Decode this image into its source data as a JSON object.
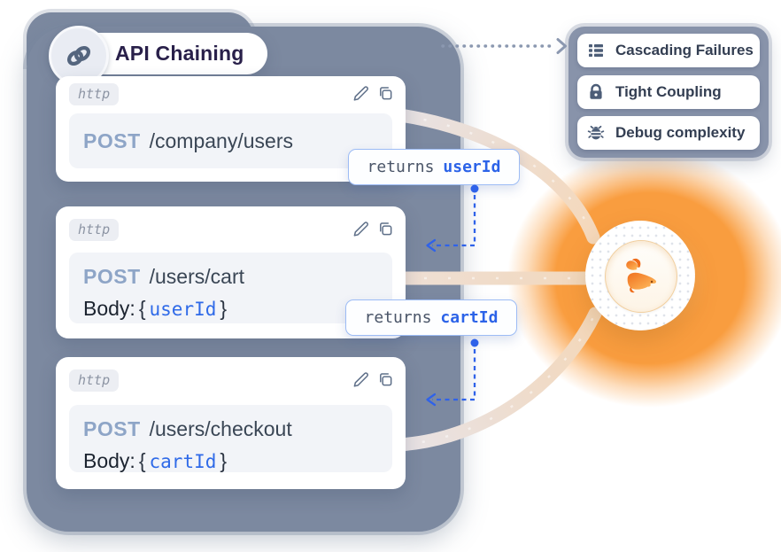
{
  "title_badge": {
    "icon": "chain-link-icon",
    "label": "API Chaining"
  },
  "cards": [
    {
      "lang_tag": "http",
      "method": "POST",
      "path": "/company/users",
      "icons": [
        "edit-icon",
        "copy-icon"
      ]
    },
    {
      "lang_tag": "http",
      "method": "POST",
      "path": "/users/cart",
      "body_label": "Body:",
      "brace_open": "{",
      "body_value": "userId",
      "brace_close": "}",
      "icons": [
        "edit-icon",
        "copy-icon"
      ]
    },
    {
      "lang_tag": "http",
      "method": "POST",
      "path": "/users/checkout",
      "body_label": "Body:",
      "brace_open": "{",
      "body_value": "cartId",
      "brace_close": "}",
      "icons": [
        "edit-icon",
        "copy-icon"
      ]
    }
  ],
  "returns_callouts": [
    {
      "prefix": "returns",
      "value": "userId"
    },
    {
      "prefix": "returns",
      "value": "cartId"
    }
  ],
  "risk_panel": {
    "items": [
      {
        "icon": "list-icon",
        "label": "Cascading Failures"
      },
      {
        "icon": "lock-icon",
        "label": "Tight Coupling"
      },
      {
        "icon": "bug-icon",
        "label": "Debug complexity"
      }
    ]
  },
  "hub": {
    "logo": "rabbit-logo-icon"
  },
  "colors": {
    "slate_container": "#7c89a0",
    "risk_panel_bg": "#8893aa",
    "orange_glow": "#f99d3f",
    "method_text": "#8ea5c7",
    "path_text": "#3a4655",
    "code_blue": "#2f6ae8",
    "callout_border": "#9dbcf5",
    "dashed_blue": "#2f62e9",
    "dotted_gray": "#8b98b0",
    "connector_beige": "#efdccc"
  }
}
